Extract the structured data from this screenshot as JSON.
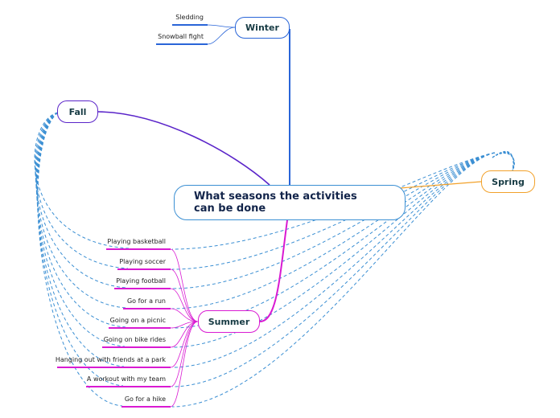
{
  "central_topic": "What seasons the activities can be done",
  "seasons": {
    "winter": "Winter",
    "fall": "Fall",
    "spring": "Spring",
    "summer": "Summer"
  },
  "winter_activities": [
    "Sledding",
    "Snowball fight"
  ],
  "summer_activities": [
    "Playing basketball",
    "Playing soccer",
    "Playing football",
    "Go for a run",
    "Going on a picnic",
    "Going on bike rides",
    "Hanging out with friends at a park",
    "A workout with my team",
    "Go for a hike"
  ],
  "colors": {
    "winter": "#2965d8",
    "fall": "#5a24c9",
    "spring": "#f2a12a",
    "summer": "#d91ad2",
    "central_border": "#3b8fd3",
    "relationship": "#3b8fd3"
  }
}
